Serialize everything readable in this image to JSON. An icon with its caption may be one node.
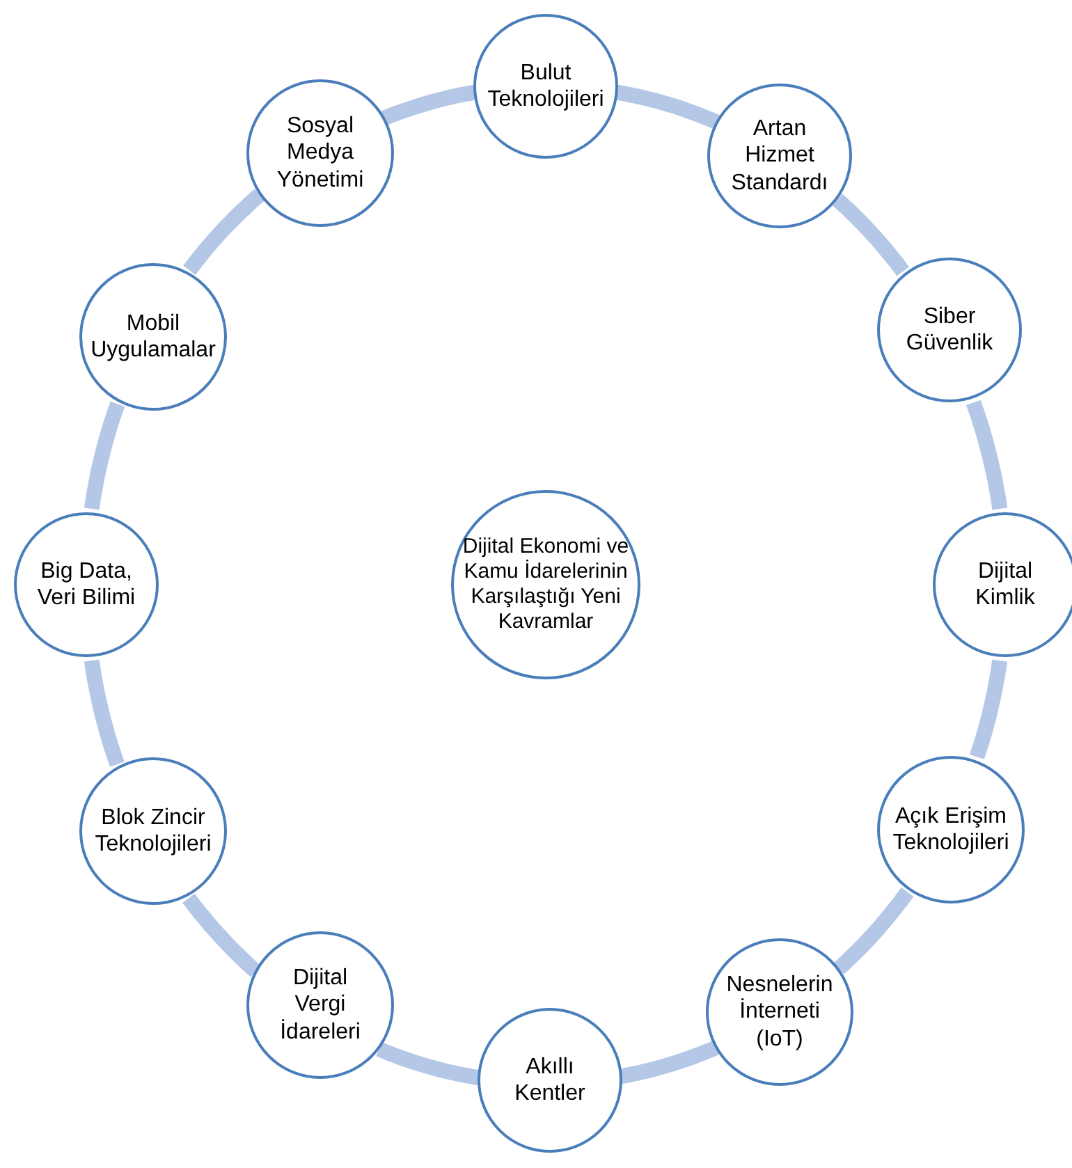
{
  "diagram": {
    "nodes": [
      {
        "text": [
          "Bulut Teknolojileri"
        ]
      },
      {
        "text": [
          "Artan Hizmet Standardı"
        ]
      },
      {
        "text": [
          "Siber Güvenlik"
        ]
      },
      {
        "text": [
          "Dijital Kimlik"
        ]
      },
      {
        "text": [
          "Açık Erişim Teknolojileri"
        ]
      },
      {
        "text": [
          "Nesnelerin İnterneti (IoT)"
        ]
      },
      {
        "text": [
          "Akıllı Kentler"
        ]
      },
      {
        "text": [
          "Dijital Vergi İdareleri"
        ]
      },
      {
        "text": [
          "Blok Zincir Teknolojileri"
        ]
      },
      {
        "text": [
          "Big Data, Veri Bilimi"
        ]
      },
      {
        "text": [
          "Mobil Uygulamalar"
        ]
      },
      {
        "text": [
          "Sosyal Medya Yönetimi"
        ]
      },
      {
        "text": [
          "Dijital Ekonomi ve Kamu İdarelerinin Karşılaştığı Yeni Kavramlar"
        ]
      }
    ],
    "edges": [
      {
        "from": 0,
        "to": 1,
        "arrow": "none"
      },
      {
        "from": 1,
        "to": 2,
        "arrow": "none"
      },
      {
        "from": 2,
        "to": 3,
        "arrow": "none"
      },
      {
        "from": 3,
        "to": 4,
        "arrow": "none"
      },
      {
        "from": 4,
        "to": 5,
        "arrow": "none"
      },
      {
        "from": 5,
        "to": 6,
        "arrow": "none"
      },
      {
        "from": 6,
        "to": 7,
        "arrow": "none"
      },
      {
        "from": 7,
        "to": 8,
        "arrow": "none"
      },
      {
        "from": 8,
        "to": 9,
        "arrow": "none"
      },
      {
        "from": 9,
        "to": 10,
        "arrow": "none"
      },
      {
        "from": 10,
        "to": 11,
        "arrow": "none"
      },
      {
        "from": 11,
        "to": 0,
        "arrow": "none"
      }
    ]
  }
}
